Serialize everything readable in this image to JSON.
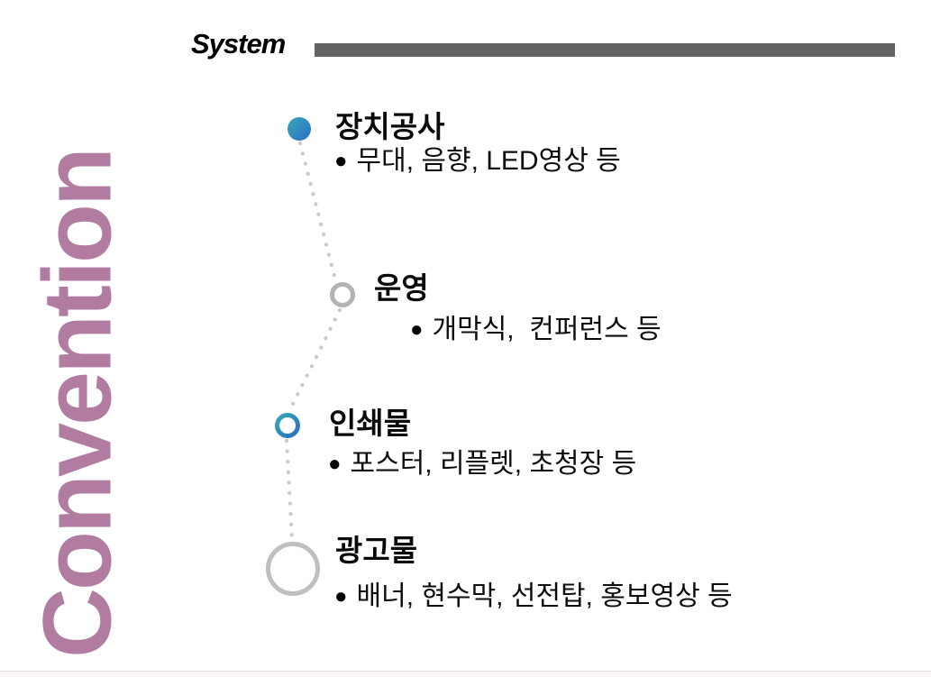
{
  "page": {
    "vertical_label": "Convention",
    "section_title": "System"
  },
  "colors": {
    "vertical_label": "#b27ca1",
    "header_bar": "#636363",
    "accent_teal": "#35a8b8",
    "accent_blue": "#2d6ec4",
    "ring_gray": "#b3b3b3",
    "large_ring_gray": "#bfbfbf",
    "dotted_line": "#c9c9c9"
  },
  "icons": {
    "bullet": "●"
  },
  "timeline": {
    "items": [
      {
        "marker": "gradient-dot-icon",
        "title": "장치공사",
        "detail": "무대, 음향, LED영상 등"
      },
      {
        "marker": "gray-ring-icon",
        "title": "운영",
        "detail": "개막식,  컨퍼런스 등"
      },
      {
        "marker": "gradient-ring-icon",
        "title": "인쇄물",
        "detail": "포스터, 리플렛, 초청장 등"
      },
      {
        "marker": "large-gray-ring-icon",
        "title": "광고물",
        "detail": "배너, 현수막, 선전탑, 홍보영상 등"
      }
    ]
  }
}
